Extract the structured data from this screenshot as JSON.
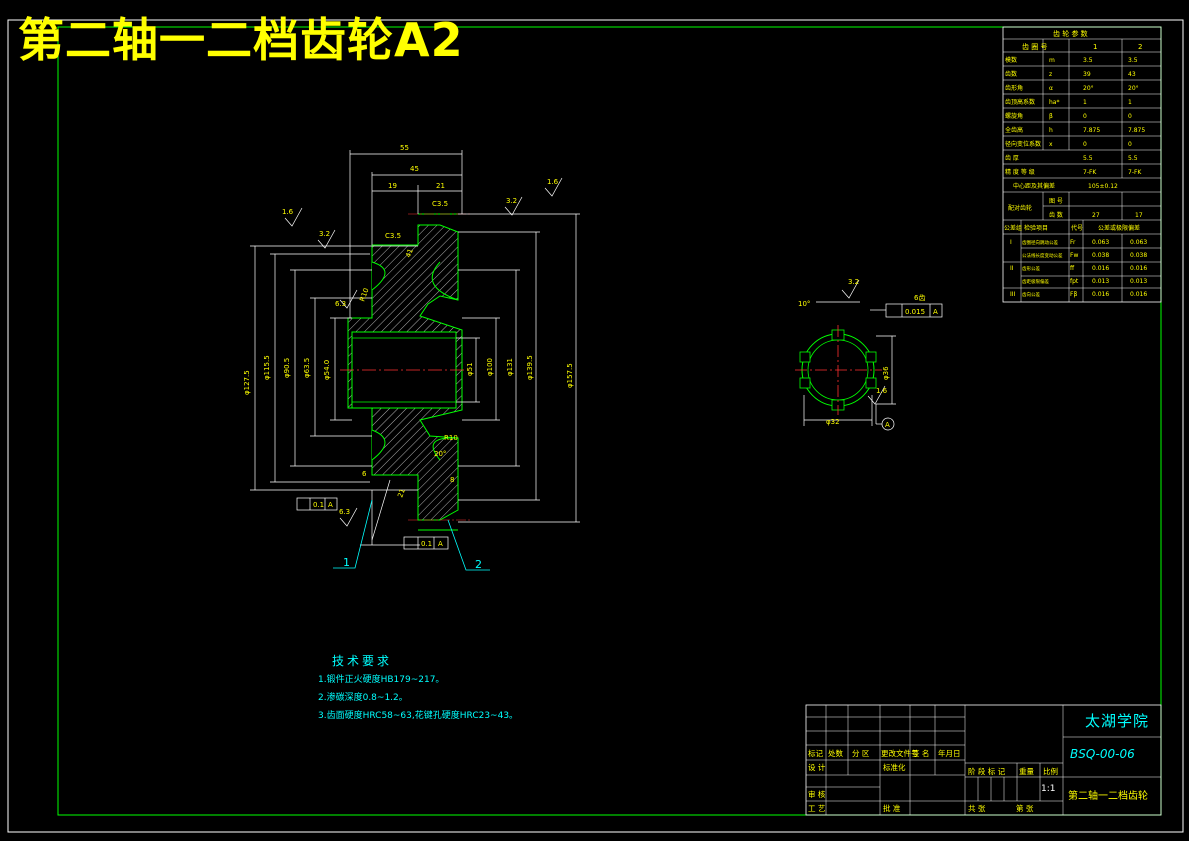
{
  "title": "第二轴一二档齿轮A2",
  "param_table": {
    "header": "齿 轮 参 数",
    "col_head": [
      "齿 圈 号",
      "1",
      "2"
    ],
    "rows": [
      [
        "模数",
        "m",
        "3.5",
        "3.5"
      ],
      [
        "齿数",
        "z",
        "39",
        "43"
      ],
      [
        "齿形角",
        "α",
        "20°",
        "20°"
      ],
      [
        "齿顶高系数",
        "ha*",
        "1",
        "1"
      ],
      [
        "螺旋角",
        "β",
        "0",
        "0"
      ],
      [
        "全齿高",
        "h",
        "7.875",
        "7.875"
      ],
      [
        "径向变位系数",
        "x",
        "0",
        "0"
      ],
      [
        "齿 厚",
        "",
        "5.5",
        "5.5"
      ],
      [
        "精 度 等 级",
        "",
        "7-FK",
        "7-FK"
      ]
    ],
    "center_label": "中心距及其偏差",
    "center_value": "105±0.12",
    "mesh_label": "配对齿轮",
    "mesh_rows": [
      [
        "图 号",
        "",
        ""
      ],
      [
        "齿 数",
        "27",
        "17"
      ]
    ],
    "tol_head": [
      "公差组",
      "检验项目",
      "代号",
      "公差或极限偏差"
    ],
    "tol_rows": [
      [
        "I",
        "齿圈径向跳动公差",
        "Fr",
        "0.063",
        "0.063"
      ],
      [
        "",
        "公法线长度变动公差",
        "Fw",
        "0.038",
        "0.038"
      ],
      [
        "II",
        "齿形公差",
        "ff",
        "0.016",
        "0.016"
      ],
      [
        "",
        "齿距极限偏差",
        "fpt",
        "0.013",
        "0.013"
      ],
      [
        "III",
        "齿向公差",
        "Fβ",
        "0.016",
        "0.016"
      ]
    ]
  },
  "dims": {
    "d55": "55",
    "d45": "45",
    "d19": "19",
    "d21": "21",
    "c35a": "C3.5",
    "c35b": "C3.5",
    "r16a": "1.6",
    "r32a": "3.2",
    "r32b": "3.2",
    "r16b": "1.6",
    "r63a": "6.3",
    "r63b": "6.3",
    "dia1275": "φ127.5",
    "dia1155": "φ115.5",
    "dia905": "φ90.5",
    "dia635": "φ63.5",
    "dia54": "φ54.0",
    "dia51": "φ51",
    "dia100": "φ100",
    "dia131": "φ131",
    "dia1395": "φ139.5",
    "dia1575": "φ157.5",
    "r10a": "R10",
    "r10b": "R10",
    "dim6": "6",
    "dim8": "8",
    "angle20": "20°",
    "n41": "41",
    "n21": "21",
    "tol1": "0.1",
    "tol1b": "0.1",
    "datumA": "A"
  },
  "side_view": {
    "angle": "10°",
    "pos_tol": "0.015",
    "datum": "A",
    "r32": "3.2",
    "r16": "1.6",
    "dia36": "φ36",
    "dia32": "φ32",
    "spline": "6齿"
  },
  "balloons": [
    "1",
    "2"
  ],
  "tech_req": {
    "title": "技术要求",
    "items": [
      "1.锻件正火硬度HB179~217。",
      "2.渗碳深度0.8~1.2。",
      "3.齿面硬度HRC58~63,花键孔硬度HRC23~43。"
    ]
  },
  "title_block": {
    "school": "太湖学院",
    "drawing_no": "BSQ-00-06",
    "part_name": "第二轴一二档齿轮",
    "scale": "1:1",
    "rev_head": [
      "标记",
      "处数",
      "分 区",
      "更改文件号",
      "签 名",
      "年月日"
    ],
    "design": "设 计",
    "standard": "标准化",
    "review": "审 核",
    "process": "工 艺",
    "approve": "批 准",
    "stage": "阶 段 标 记",
    "weight": "重量",
    "ratio": "比例",
    "sheets": "共   张",
    "sheet": "第   张"
  }
}
